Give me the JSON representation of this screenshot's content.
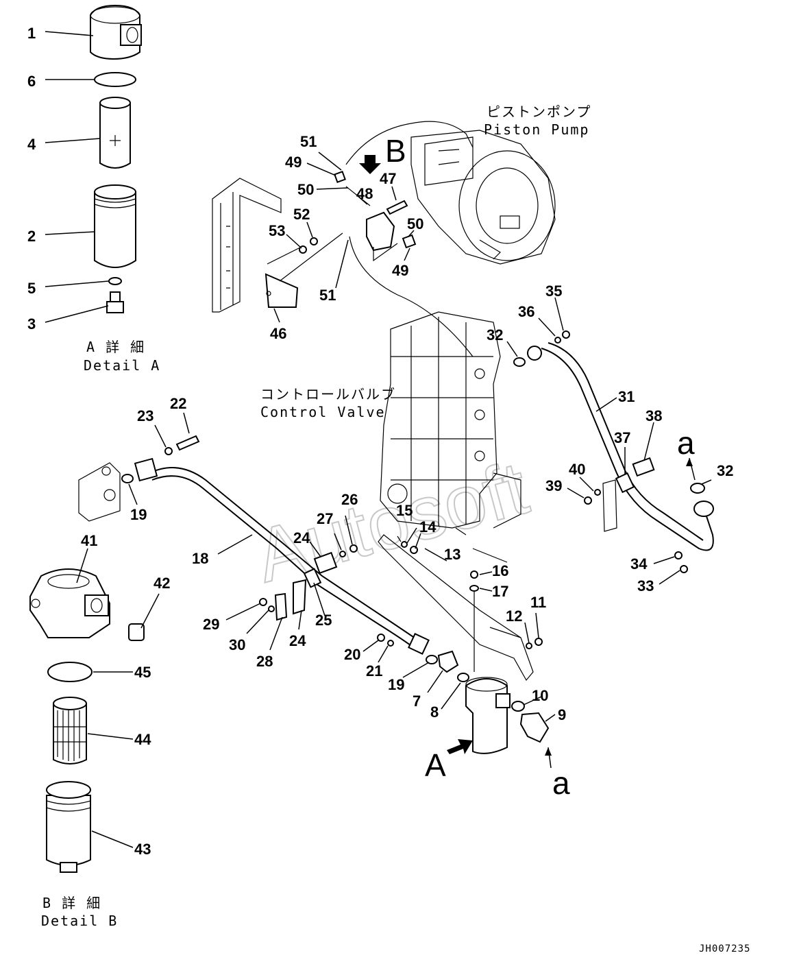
{
  "labels": {
    "piston_pump_jp": "ピストンポンプ",
    "piston_pump_en": "Piston Pump",
    "control_valve_jp": "コントロールバルブ",
    "control_valve_en": "Control Valve",
    "detail_a_jp": "A 詳 細",
    "detail_a_en": "Detail A",
    "detail_b_jp": "B 詳 細",
    "detail_b_en": "Detail B",
    "view_a": "A",
    "view_b": "B",
    "ref_a_top": "a",
    "ref_a_bottom": "a",
    "watermark": "Autosoft",
    "drawing_code": "JH007235"
  },
  "callouts": [
    "1",
    "6",
    "4",
    "2",
    "5",
    "3",
    "51",
    "49",
    "50",
    "48",
    "47",
    "52",
    "53",
    "50",
    "49",
    "51",
    "46",
    "35",
    "36",
    "32",
    "31",
    "38",
    "37",
    "32",
    "40",
    "39",
    "34",
    "33",
    "22",
    "23",
    "19",
    "41",
    "42",
    "18",
    "24",
    "27",
    "26",
    "15",
    "14",
    "13",
    "16",
    "17",
    "11",
    "12",
    "29",
    "30",
    "28",
    "24",
    "25",
    "20",
    "21",
    "19",
    "7",
    "8",
    "10",
    "9",
    "45",
    "44",
    "43"
  ]
}
